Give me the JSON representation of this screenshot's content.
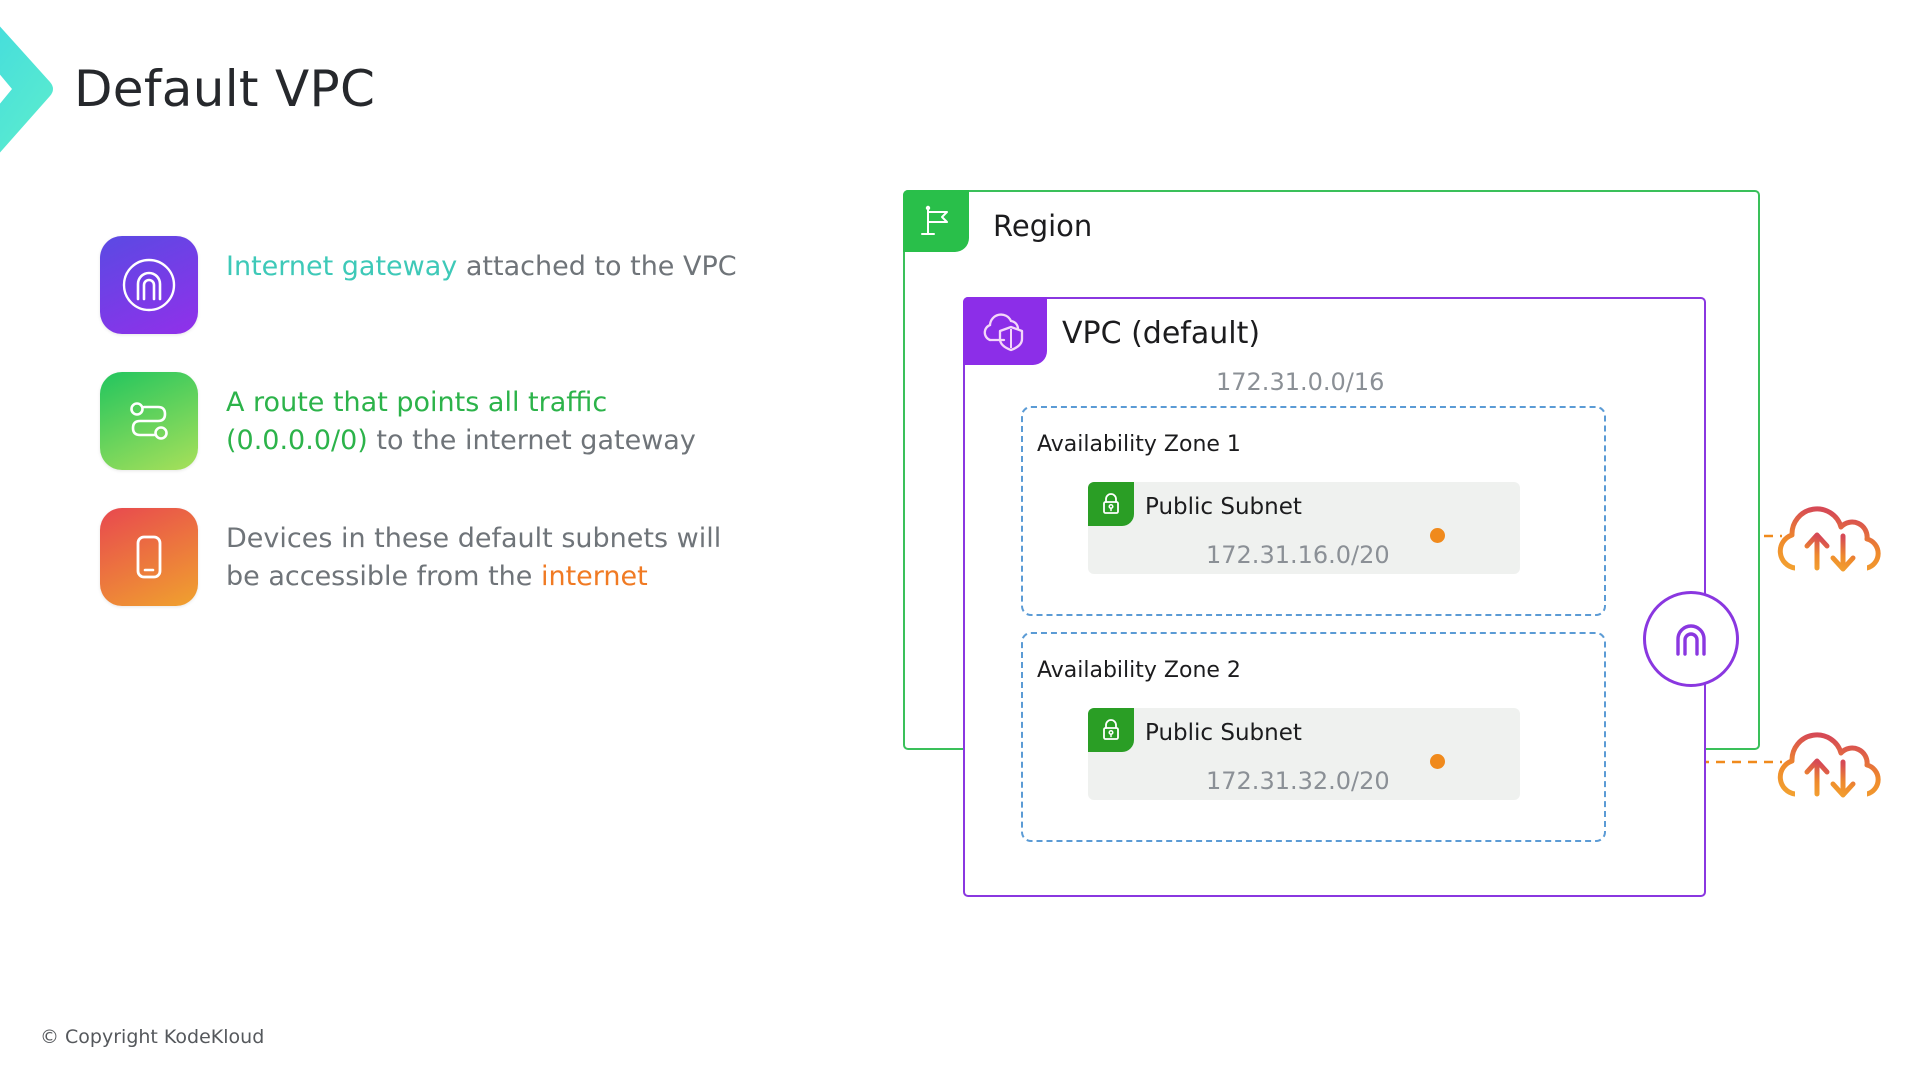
{
  "header": {
    "title": "Default VPC",
    "logo_icon": "chevron-logo",
    "logo_colors": [
      "#3fd9e0",
      "#4ee8c8"
    ]
  },
  "bullets": [
    {
      "icon": "internet-gateway-icon",
      "icon_gradient": [
        "#5a4ae3",
        "#9130ea"
      ],
      "segments": [
        {
          "text": "Internet gateway",
          "style": "teal"
        },
        {
          "text": " attached to the VPC",
          "style": "plain"
        }
      ]
    },
    {
      "icon": "route-icon",
      "icon_gradient": [
        "#22c55e",
        "#a8e05a"
      ],
      "segments": [
        {
          "text": "A route that points all traffic",
          "style": "green"
        },
        {
          "text": "\n",
          "style": "break"
        },
        {
          "text": "(0.0.0.0/0)",
          "style": "green"
        },
        {
          "text": " to the internet gateway",
          "style": "plain"
        }
      ]
    },
    {
      "icon": "device-icon",
      "icon_gradient": [
        "#e8484f",
        "#f0a22e"
      ],
      "segments": [
        {
          "text": "Devices in these default subnets will",
          "style": "plain"
        },
        {
          "text": "\n",
          "style": "break"
        },
        {
          "text": "be accessible from the ",
          "style": "plain"
        },
        {
          "text": "internet",
          "style": "orange"
        }
      ]
    }
  ],
  "diagram": {
    "region": {
      "label": "Region",
      "icon": "flag-icon",
      "border_color": "#3ac05a",
      "badge_color": "#29bf4a"
    },
    "vpc": {
      "label": "VPC (default)",
      "cidr": "172.31.0.0/16",
      "icon": "cloud-shield-icon",
      "border_color": "#8a37e0",
      "badge_color": "#8c2ee8"
    },
    "availability_zones": [
      {
        "label": "Availability Zone 1",
        "border_color": "#5b9bd5",
        "subnet": {
          "label": "Public Subnet",
          "cidr": "172.31.16.0/20",
          "icon": "lock-icon",
          "badge_color": "#2a9e25",
          "background": "#eff1ef"
        }
      },
      {
        "label": "Availability Zone 2",
        "border_color": "#5b9bd5",
        "subnet": {
          "label": "Public Subnet",
          "cidr": "172.31.32.0/20",
          "icon": "lock-icon",
          "badge_color": "#2a9e25",
          "background": "#eff1ef"
        }
      }
    ],
    "internet_gateway": {
      "icon": "internet-gateway-circle-icon",
      "color": "#8a37e0"
    },
    "internet_clouds": [
      {
        "icon": "internet-cloud-icon",
        "gradient": [
          "#d94f4f",
          "#f0982a"
        ]
      },
      {
        "icon": "internet-cloud-icon",
        "gradient": [
          "#d94f4f",
          "#f0982a"
        ]
      }
    ],
    "connector_color": "#f08a1c",
    "route_line_color": "#4a7a3a"
  },
  "footer": {
    "copyright": "© Copyright KodeKloud"
  }
}
